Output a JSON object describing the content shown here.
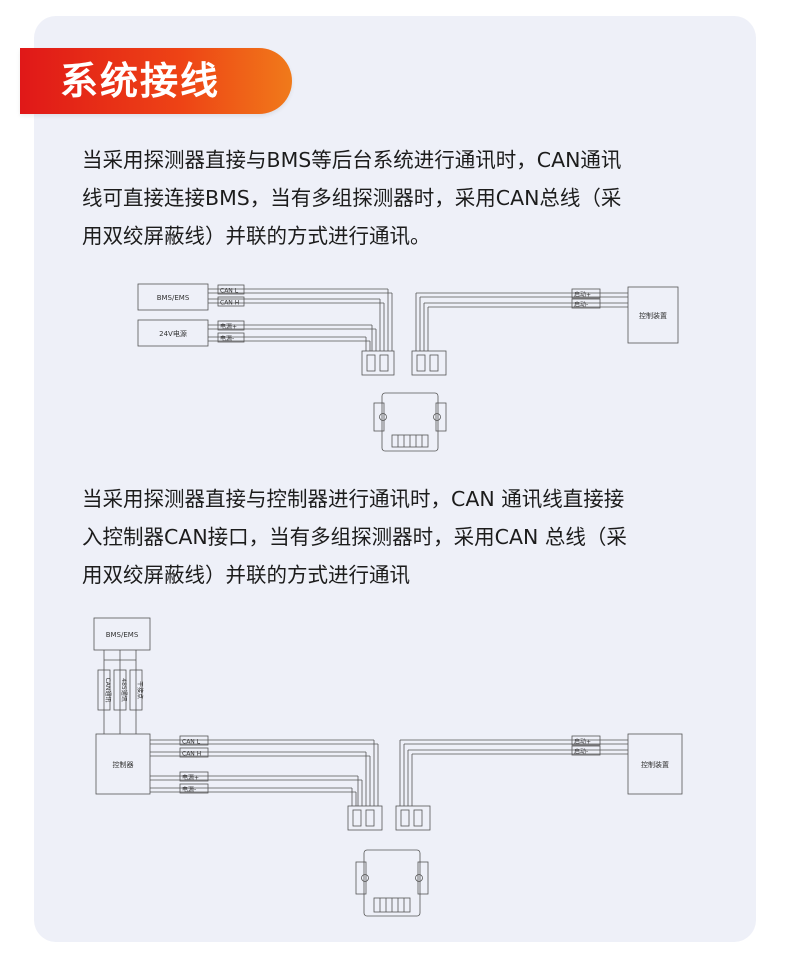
{
  "section": {
    "title": "系统接线"
  },
  "paragraphs": [
    {
      "lines": [
        "当采用探测器直接与BMS等后台系统进行通讯时，CAN通讯",
        "线可直接连接BMS，当有多组探测器时，采用CAN总线（采",
        "用双绞屏蔽线）并联的方式进行通讯。"
      ]
    },
    {
      "lines": [
        "当采用探测器直接与控制器进行通讯时，CAN 通讯线直接接",
        "入控制器CAN接口，当有多组探测器时，采用CAN 总线（采",
        "用双绞屏蔽线）并联的方式进行通讯"
      ]
    }
  ],
  "diagram1": {
    "bms_box": "BMS/EMS",
    "power_box": "24V电源",
    "can_l": "CAN L",
    "can_h": "CAN H",
    "power_pos": "电源+",
    "power_neg": "电源-",
    "start_pos": "启动+",
    "start_neg": "启动-",
    "controller_device": "控制装置"
  },
  "diagram2": {
    "bms_box": "BMS/EMS",
    "vlabels": [
      "CAN通讯",
      "485通讯",
      "干接点"
    ],
    "controller_box": "控制器",
    "can_l": "CAN L",
    "can_h": "CAN H",
    "power_pos": "电源+",
    "power_neg": "电源-",
    "start_pos": "启动+",
    "start_neg": "启动-",
    "controller_device": "控制装置"
  }
}
